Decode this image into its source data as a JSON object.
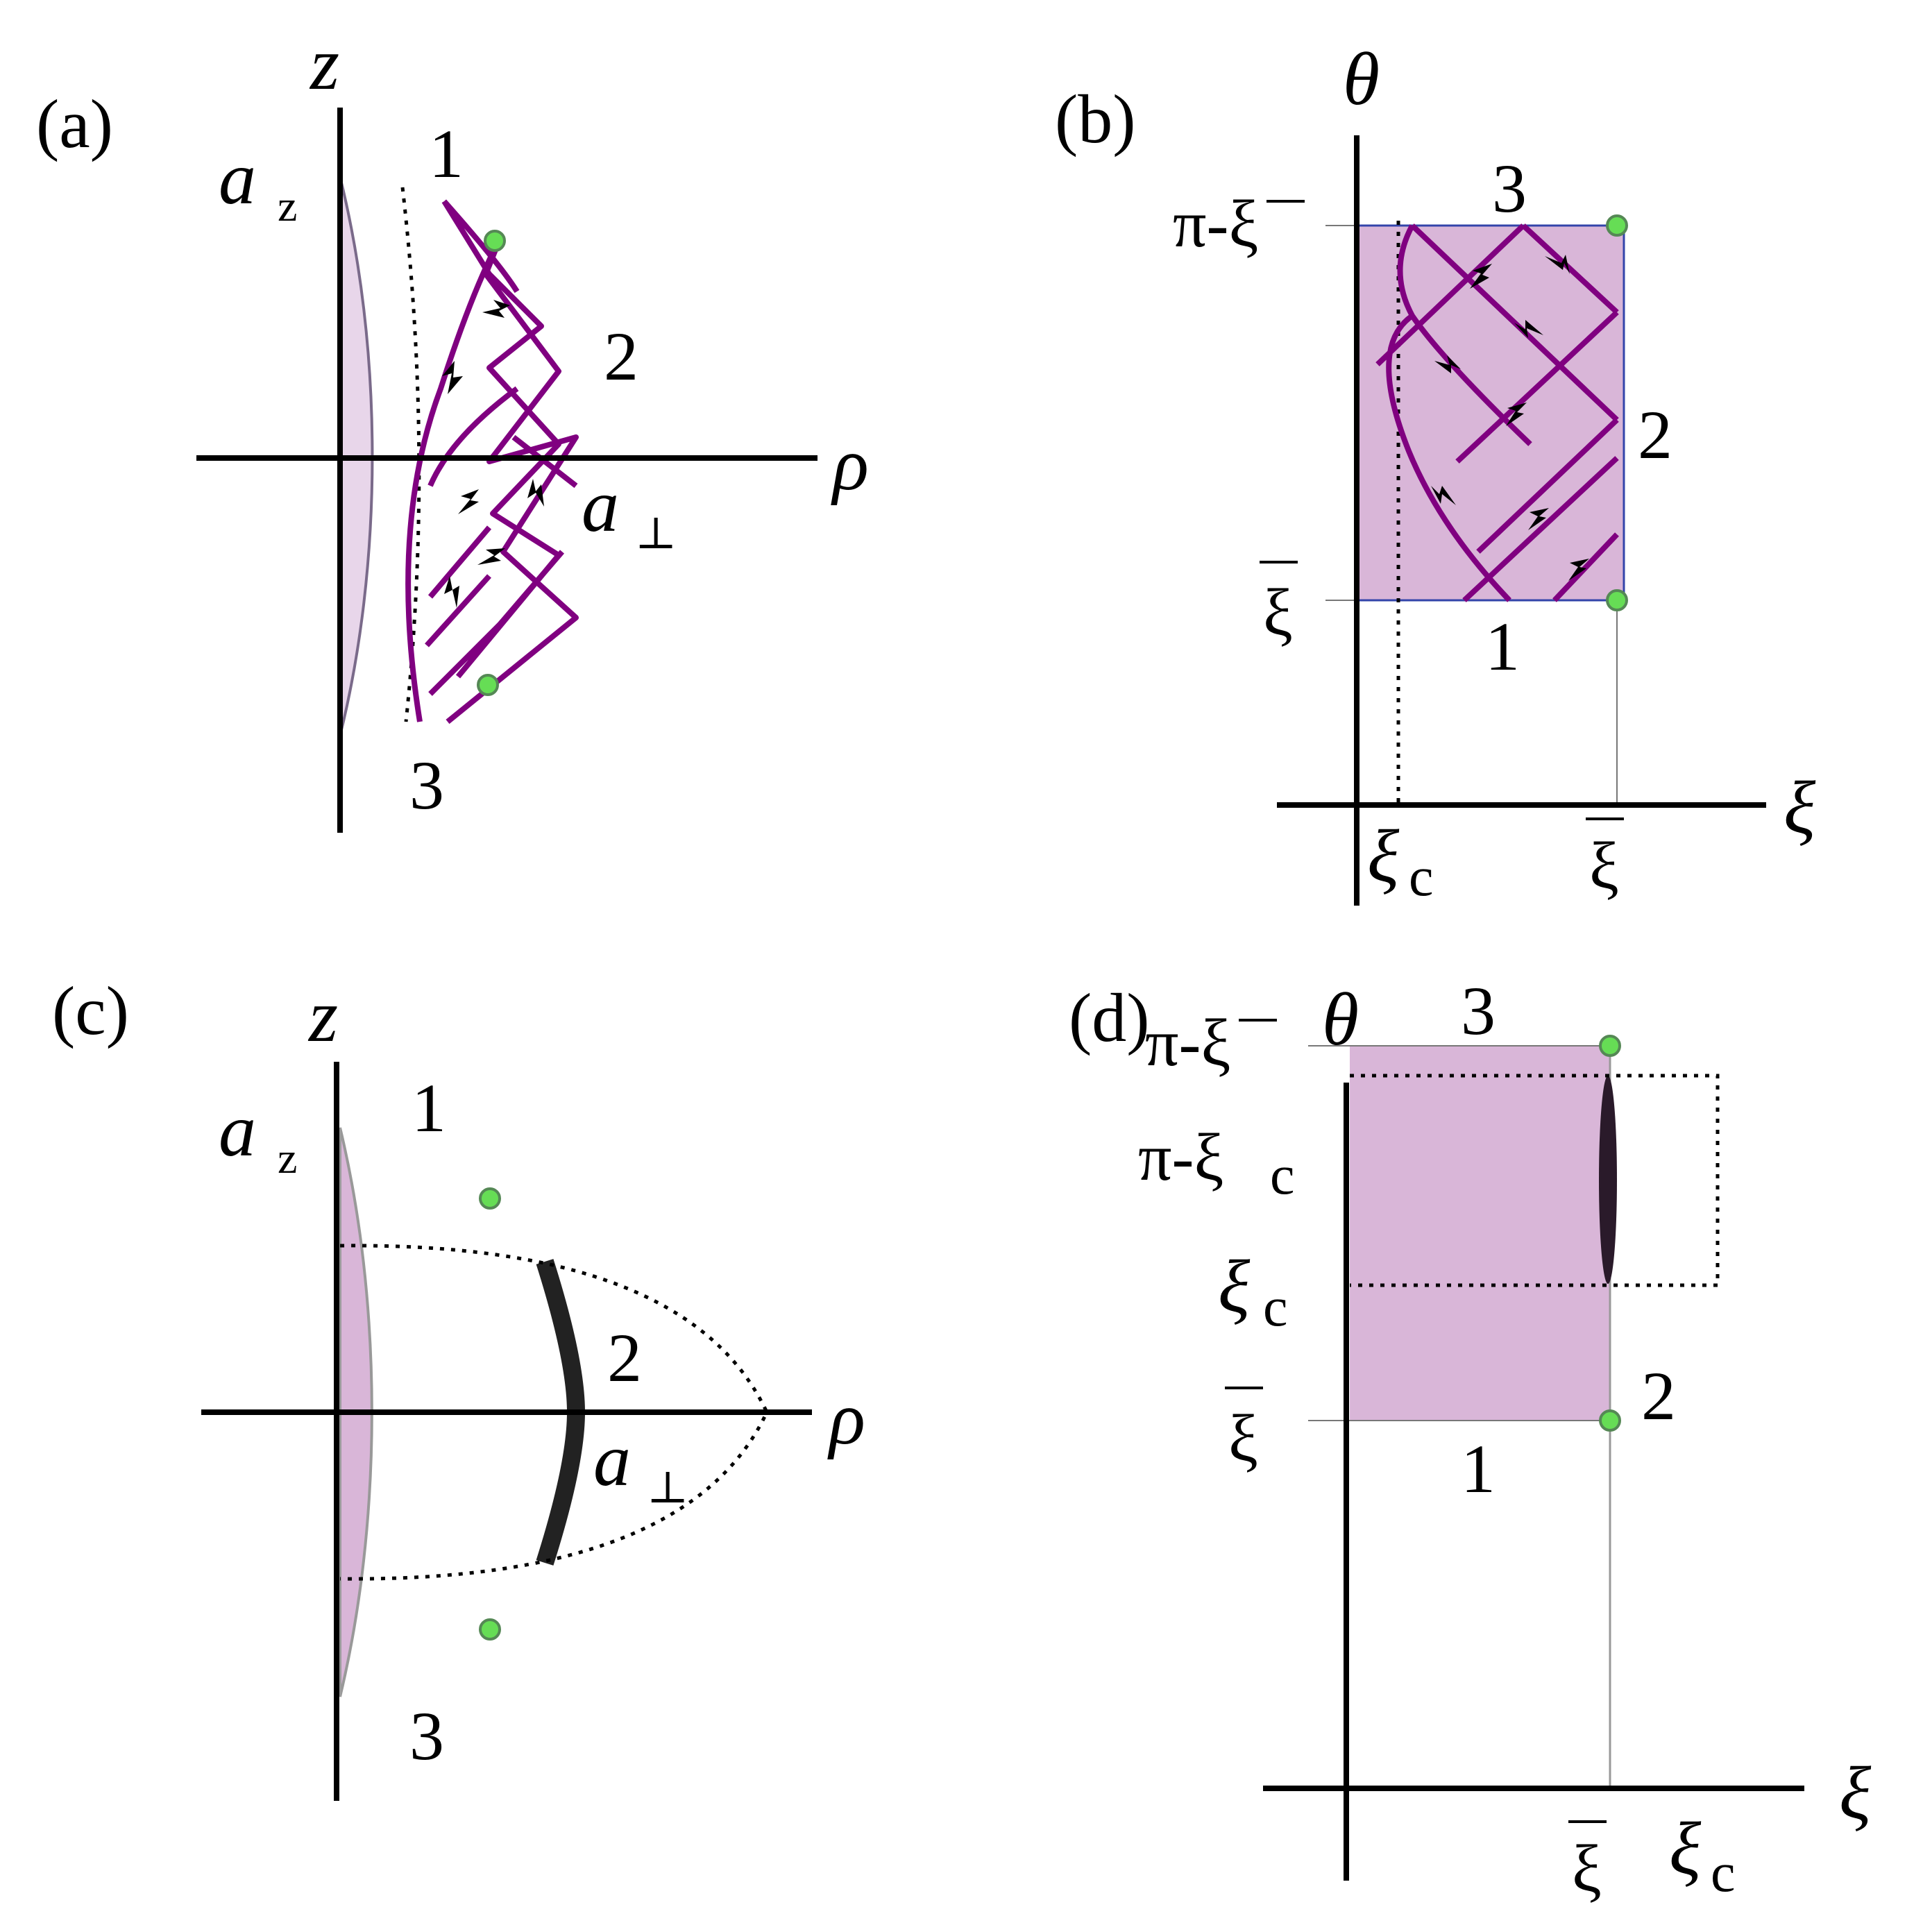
{
  "colors": {
    "region_light": "#e8d6ea",
    "region": "#d9b6d8",
    "trajectory": "#800080",
    "boundary_point": "#66dd55",
    "thick_arc": "#222222"
  },
  "panel_a": {
    "tag": "(a)",
    "axis_vertical": "z",
    "axis_horizontal": "ρ",
    "a_z": "a",
    "a_z_sub": "z",
    "a_perp": "a",
    "a_perp_sub": "⊥",
    "side_1": "1",
    "side_2": "2",
    "side_3": "3"
  },
  "panel_b": {
    "tag": "(b)",
    "axis_vertical": "θ",
    "axis_horizontal": "ξ",
    "tick_top": "π-ξ",
    "tick_bottom": "ξ",
    "tick_xc": "ξ",
    "tick_xc_sub": "c",
    "tick_xbar": "ξ",
    "side_1": "1",
    "side_2": "2",
    "side_3": "3"
  },
  "panel_c": {
    "tag": "(c)",
    "axis_vertical": "z",
    "axis_horizontal": "ρ",
    "a_z": "a",
    "a_z_sub": "z",
    "a_perp": "a",
    "a_perp_sub": "⊥",
    "side_1": "1",
    "side_2": "2",
    "side_3": "3"
  },
  "panel_d": {
    "tag": "(d)",
    "axis_vertical": "θ",
    "axis_horizontal": "ξ",
    "tick_top": "π-ξ",
    "tick_pi_xc": "π-ξ",
    "tick_pi_xc_sub": "c",
    "tick_xc": "ξ",
    "tick_xc_sub": "c",
    "tick_bottom": "ξ",
    "tick_xbar": "ξ",
    "tick_xc2": "ξ",
    "tick_xc2_sub": "c",
    "side_1": "1",
    "side_2": "2",
    "side_3": "3"
  }
}
